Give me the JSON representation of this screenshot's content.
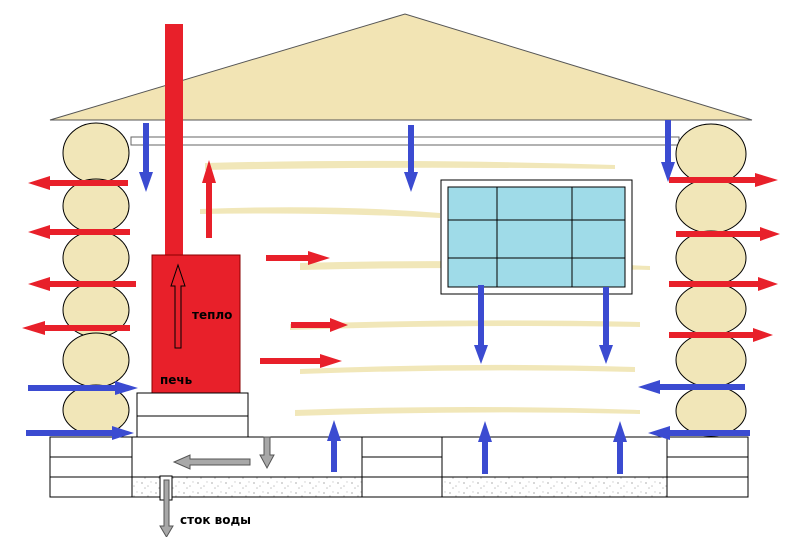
{
  "labels": {
    "heat": "тепло",
    "stove": "печь",
    "drain": "сток воды"
  },
  "colors": {
    "roof": "#f2e4b4",
    "log": "#f1e6b8",
    "log_stroke": "#000000",
    "warm_arrow": "#e8202a",
    "cold_arrow": "#3b4bd1",
    "stove": "#e8202a",
    "window_glass": "#9fdbe8",
    "wall_streak": "#efe3ad",
    "drain_arrow": "#a0a0a0",
    "gravel": "#d9d9d9"
  }
}
